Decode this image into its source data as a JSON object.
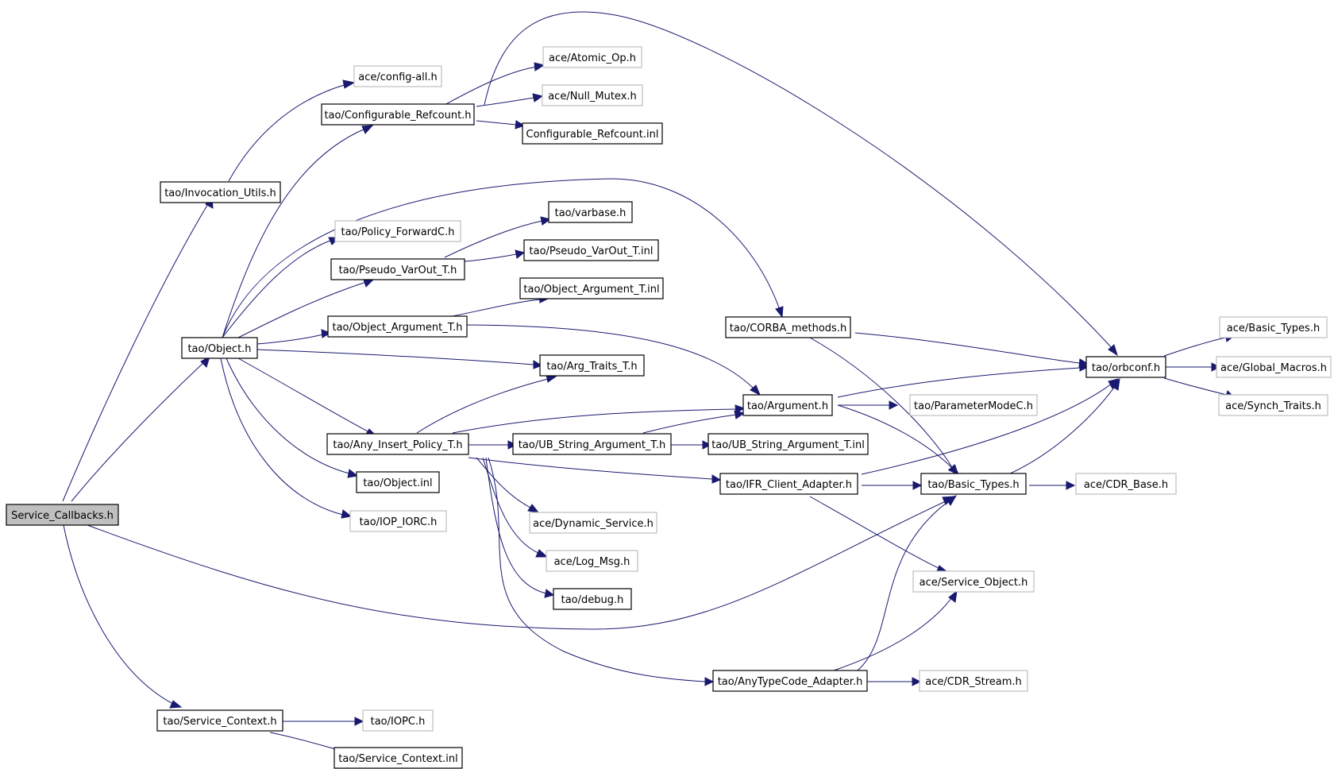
{
  "graph": {
    "colors": {
      "edge": "#191970",
      "node_border": "#000000",
      "external_border": "#bfbfbf",
      "root_fill": "#bfbfbf"
    },
    "nodes": {
      "service_callbacks": {
        "label": "Service_Callbacks.h",
        "kind": "root"
      },
      "invocation_utils": {
        "label": "tao/Invocation_Utils.h",
        "kind": "normal"
      },
      "config_all": {
        "label": "ace/config-all.h",
        "kind": "external"
      },
      "configurable_refcount": {
        "label": "tao/Configurable_Refcount.h",
        "kind": "normal"
      },
      "atomic_op": {
        "label": "ace/Atomic_Op.h",
        "kind": "external"
      },
      "null_mutex": {
        "label": "ace/Null_Mutex.h",
        "kind": "external"
      },
      "configurable_refcount_inl": {
        "label": "Configurable_Refcount.inl",
        "kind": "normal"
      },
      "object_h": {
        "label": "tao/Object.h",
        "kind": "normal"
      },
      "policy_forwardc": {
        "label": "tao/Policy_ForwardC.h",
        "kind": "external"
      },
      "pseudo_varout": {
        "label": "tao/Pseudo_VarOut_T.h",
        "kind": "normal"
      },
      "varbase": {
        "label": "tao/varbase.h",
        "kind": "normal"
      },
      "pseudo_varout_inl": {
        "label": "tao/Pseudo_VarOut_T.inl",
        "kind": "normal"
      },
      "object_argument_inl": {
        "label": "tao/Object_Argument_T.inl",
        "kind": "normal"
      },
      "object_argument": {
        "label": "tao/Object_Argument_T.h",
        "kind": "normal"
      },
      "arg_traits": {
        "label": "tao/Arg_Traits_T.h",
        "kind": "normal"
      },
      "corba_methods": {
        "label": "tao/CORBA_methods.h",
        "kind": "normal"
      },
      "argument": {
        "label": "tao/Argument.h",
        "kind": "normal"
      },
      "parametermodec": {
        "label": "tao/ParameterModeC.h",
        "kind": "external"
      },
      "orbconf": {
        "label": "tao/orbconf.h",
        "kind": "normal"
      },
      "basic_types_ace": {
        "label": "ace/Basic_Types.h",
        "kind": "external"
      },
      "global_macros": {
        "label": "ace/Global_Macros.h",
        "kind": "external"
      },
      "synch_traits": {
        "label": "ace/Synch_Traits.h",
        "kind": "external"
      },
      "any_insert_policy": {
        "label": "tao/Any_Insert_Policy_T.h",
        "kind": "normal"
      },
      "ub_string_argument": {
        "label": "tao/UB_String_Argument_T.h",
        "kind": "normal"
      },
      "ub_string_argument_inl": {
        "label": "tao/UB_String_Argument_T.inl",
        "kind": "normal"
      },
      "object_inl": {
        "label": "tao/Object.inl",
        "kind": "normal"
      },
      "ifr_client_adapter": {
        "label": "tao/IFR_Client_Adapter.h",
        "kind": "normal"
      },
      "basic_types_tao": {
        "label": "tao/Basic_Types.h",
        "kind": "normal"
      },
      "cdr_base": {
        "label": "ace/CDR_Base.h",
        "kind": "external"
      },
      "iop_iorc": {
        "label": "tao/IOP_IORC.h",
        "kind": "external"
      },
      "dynamic_service": {
        "label": "ace/Dynamic_Service.h",
        "kind": "external"
      },
      "log_msg": {
        "label": "ace/Log_Msg.h",
        "kind": "external"
      },
      "debug": {
        "label": "tao/debug.h",
        "kind": "normal"
      },
      "service_object": {
        "label": "ace/Service_Object.h",
        "kind": "external"
      },
      "anytypecode_adapter": {
        "label": "tao/AnyTypeCode_Adapter.h",
        "kind": "normal"
      },
      "cdr_stream": {
        "label": "ace/CDR_Stream.h",
        "kind": "external"
      },
      "service_context": {
        "label": "tao/Service_Context.h",
        "kind": "normal"
      },
      "iopc": {
        "label": "tao/IOPC.h",
        "kind": "external"
      },
      "service_context_inl": {
        "label": "tao/Service_Context.inl",
        "kind": "normal"
      }
    }
  }
}
